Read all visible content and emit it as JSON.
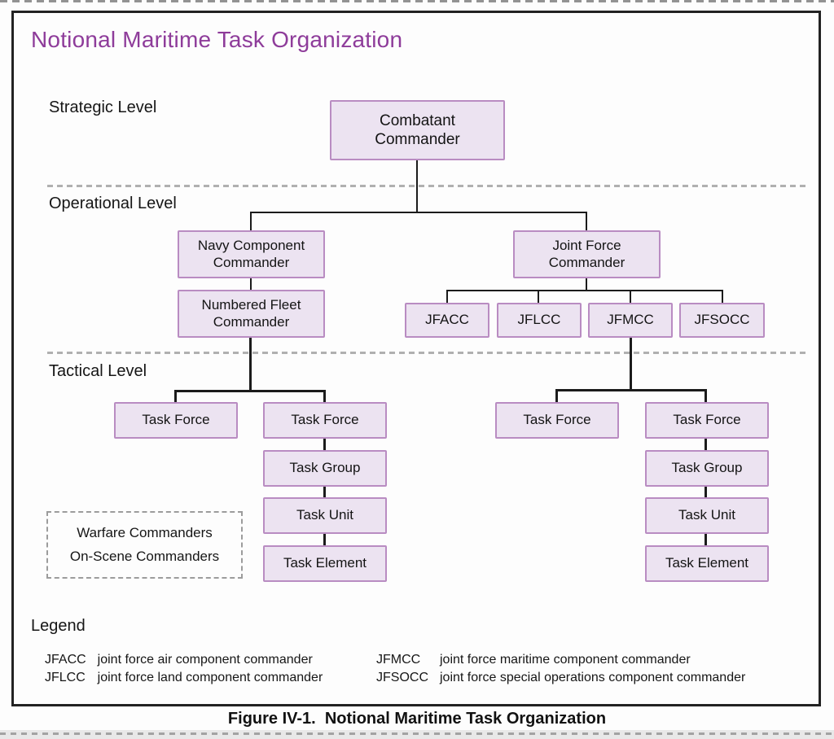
{
  "title": "Notional Maritime Task Organization",
  "levels": {
    "strategic": "Strategic Level",
    "operational": "Operational Level",
    "tactical": "Tactical Level"
  },
  "org": {
    "combatant_commander": "Combatant\nCommander",
    "navy_component_commander": "Navy Component\nCommander",
    "numbered_fleet_commander": "Numbered Fleet\nCommander",
    "joint_force_commander": "Joint Force\nCommander",
    "jfacc": "JFACC",
    "jflcc": "JFLCC",
    "jfmcc": "JFMCC",
    "jfsocc": "JFSOCC",
    "task_force": "Task Force",
    "task_group": "Task Group",
    "task_unit": "Task Unit",
    "task_element": "Task Element"
  },
  "annotation_box": {
    "line1": "Warfare Commanders",
    "line2": "On-Scene Commanders"
  },
  "legend": {
    "heading": "Legend",
    "entries": [
      {
        "term": "JFACC",
        "definition": "joint force air component commander"
      },
      {
        "term": "JFLCC",
        "definition": "joint force land component commander"
      },
      {
        "term": "JFMCC",
        "definition": "joint force maritime component commander"
      },
      {
        "term": "JFSOCC",
        "definition": "joint force special operations component commander"
      }
    ]
  },
  "caption": "Figure IV-1.  Notional Maritime Task Organization",
  "colors": {
    "title_purple": "#8e3c9a",
    "box_fill": "#ece3f1",
    "box_border": "#b98cc2",
    "connector": "#1b1b1b",
    "divider_gray": "#b0b0b0"
  }
}
